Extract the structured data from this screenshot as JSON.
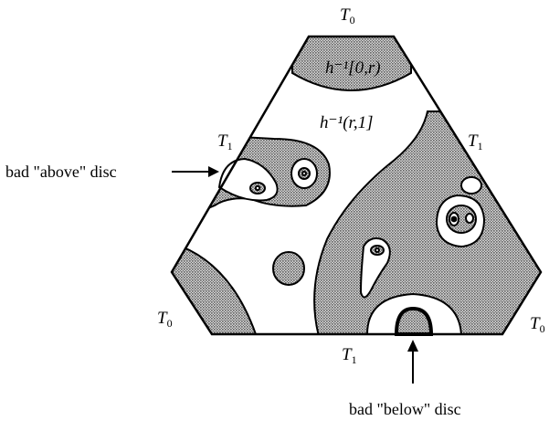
{
  "labels": {
    "t0_top": "T",
    "t0_top_sub": "0",
    "t1_left": "T",
    "t1_left_sub": "1",
    "t1_right": "T",
    "t1_right_sub": "1",
    "t0_left": "T",
    "t0_left_sub": "0",
    "t0_right": "T",
    "t0_right_sub": "0",
    "t1_bottom": "T",
    "t1_bottom_sub": "1"
  },
  "regions": {
    "preimage_low": "h⁻¹[0,r)",
    "preimage_high": "h⁻¹(r,1]"
  },
  "annotations": {
    "above_disc": "bad \"above\" disc",
    "below_disc": "bad \"below\" disc"
  },
  "colors": {
    "ink": "#000000",
    "stipple_bg": "#cfcfcf",
    "stipple_dot": "#222222"
  }
}
